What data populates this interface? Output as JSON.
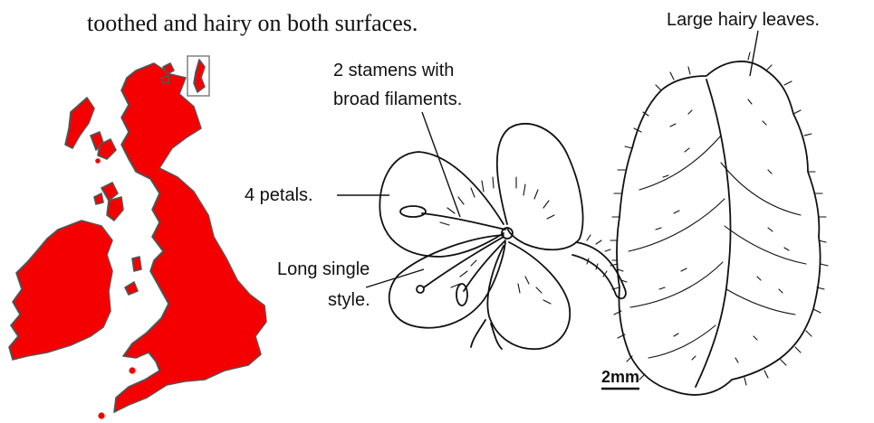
{
  "caption_fragment": "toothed and hairy on both surfaces.",
  "labels": {
    "large_leaves": "Large hairy leaves.",
    "stamens_line1": "2 stamens with",
    "stamens_line2": "broad filaments.",
    "petals": "4 petals.",
    "style_line1": "Long single",
    "style_line2": "style."
  },
  "scale_bar": "2mm",
  "colors": {
    "distribution": "#f40000",
    "map_outline": "#555555",
    "ink": "#111111"
  }
}
